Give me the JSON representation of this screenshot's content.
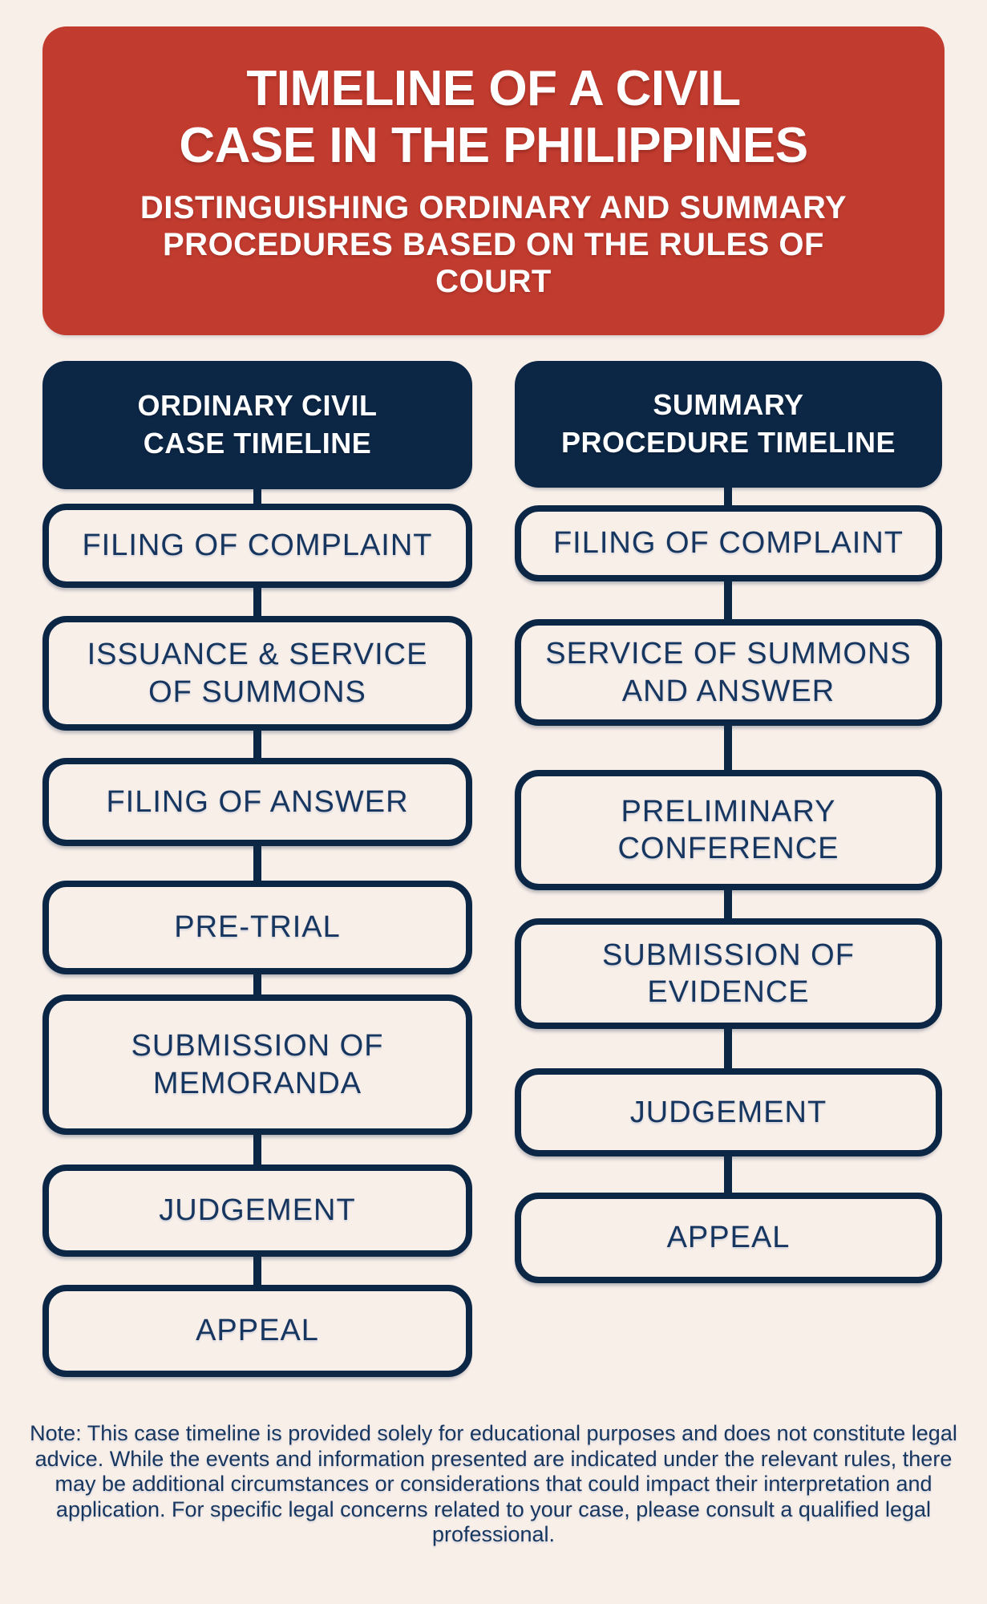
{
  "header": {
    "title": "TIMELINE OF A CIVIL\nCASE IN THE PHILIPPINES",
    "subtitle": "DISTINGUISHING ORDINARY AND SUMMARY\nPROCEDURES BASED ON THE RULES OF\nCOURT"
  },
  "columns": [
    {
      "id": "ordinary",
      "header": "ORDINARY CIVIL\nCASE TIMELINE",
      "steps": [
        "FILING OF COMPLAINT",
        "ISSUANCE & SERVICE\nOF SUMMONS",
        "FILING OF ANSWER",
        "PRE-TRIAL",
        "SUBMISSION OF\nMEMORANDA",
        "JUDGEMENT",
        "APPEAL"
      ]
    },
    {
      "id": "summary",
      "header": "SUMMARY\nPROCEDURE TIMELINE",
      "steps": [
        "FILING OF COMPLAINT",
        "SERVICE OF SUMMONS\nAND ANSWER",
        "PRELIMINARY\nCONFERENCE",
        "SUBMISSION OF\nEVIDENCE",
        "JUDGEMENT",
        "APPEAL"
      ]
    }
  ],
  "note": {
    "text": "Note: This case timeline is provided solely for educational purposes and does not constitute legal advice. While the events and information presented are indicated under the relevant rules, there may be additional circumstances or considerations that could impact their interpretation and application. For specific legal concerns related to your case, please consult a qualified legal professional."
  },
  "colors": {
    "background": "#f9efe9",
    "header_red": "#c23b2f",
    "navy": "#0c2746",
    "text_navy": "#17365f",
    "white": "#ffffff"
  }
}
